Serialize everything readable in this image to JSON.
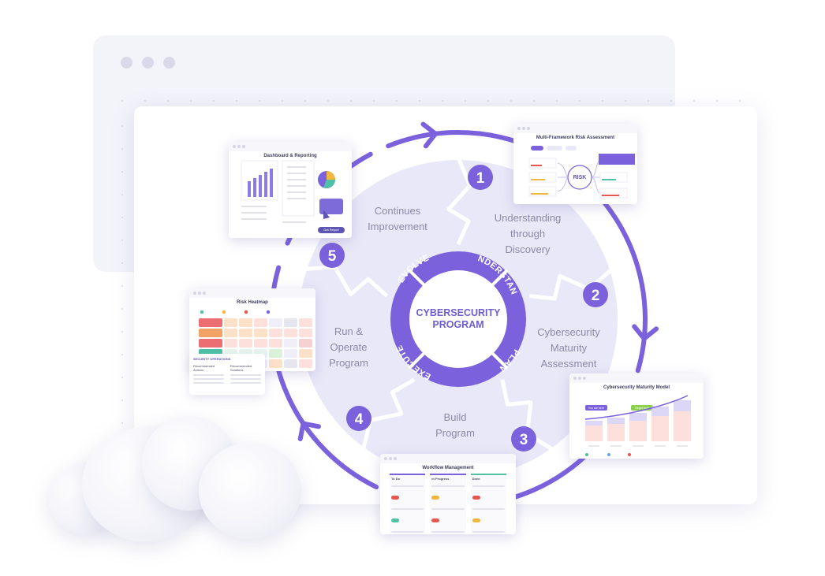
{
  "center": {
    "line1": "CYBERSECURITY",
    "line2": "PROGRAM"
  },
  "ring_labels": [
    "UNDERSTAND",
    "PLAN",
    "EXECUTE",
    "EVOLVE"
  ],
  "steps": [
    {
      "number": "1",
      "lines": [
        "Understanding",
        "through",
        "Discovery"
      ]
    },
    {
      "number": "2",
      "lines": [
        "Cybersecurity",
        "Maturity",
        "Assessment"
      ]
    },
    {
      "number": "3",
      "lines": [
        "Build",
        "Program"
      ]
    },
    {
      "number": "4",
      "lines": [
        "Run &",
        "Operate",
        "Program"
      ]
    },
    {
      "number": "5",
      "lines": [
        "Continues",
        "Improvement"
      ]
    }
  ],
  "cards": {
    "dashboard": {
      "title": "Dashboard & Reporting",
      "button": "Get Report"
    },
    "risk_assessment": {
      "title": "Multi-Framework Risk Assessment",
      "center": "RISK"
    },
    "heatmap": {
      "title": "Risk Heatmap",
      "section": "SECURITY OPERATIONS",
      "col1": "Recommended Actions",
      "col2": "Recommended Solutions"
    },
    "maturity": {
      "title": "Cybersecurity Maturity Model",
      "you_are_here": "You are here",
      "target": "Target level"
    },
    "workflow": {
      "title": "Workflow Management",
      "columns": [
        "To Do",
        "In Progress",
        "Done"
      ]
    }
  },
  "colors": {
    "primary": "#7b61dc",
    "sector": "#e9e8f8",
    "dark": "#5f55b4",
    "text": "#8a8aa6"
  }
}
